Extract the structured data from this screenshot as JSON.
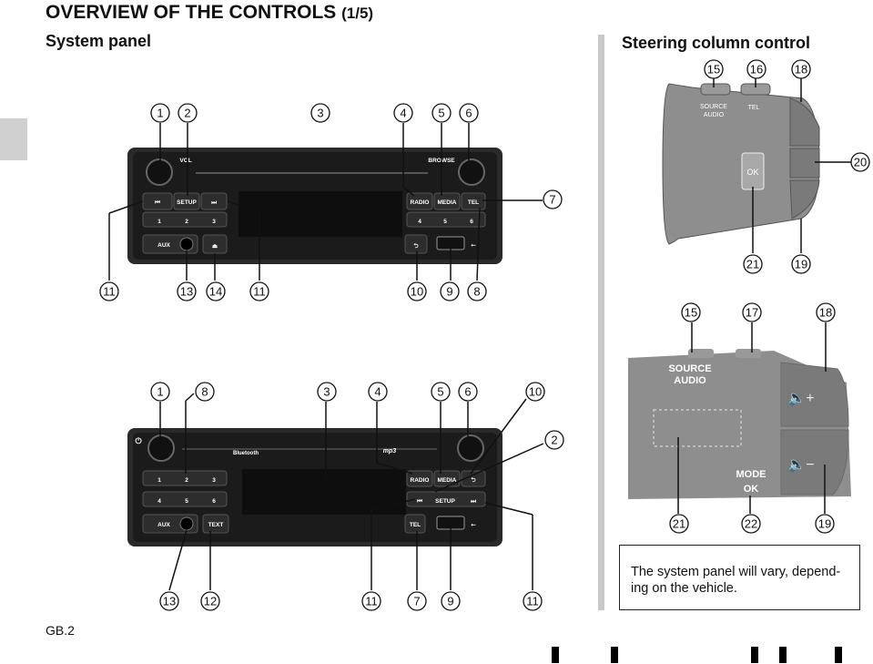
{
  "title": "OVERVIEW OF THE CONTROLS",
  "title_page": "(1/5)",
  "section_left": "System panel",
  "section_right": "Steering column control",
  "footer": "GB.2",
  "note": "The system panel will vary, depend-ing on the vehicle.",
  "radio1": {
    "buttons": {
      "vol": "VOL",
      "browse": "BROWSE",
      "prev": "⏮",
      "setup": "SETUP",
      "next": "⏭",
      "radio": "RADIO",
      "media": "MEDIA",
      "tel": "TEL",
      "p1": "1",
      "p2": "2",
      "p3": "3",
      "p4": "4",
      "p5": "5",
      "p6": "6",
      "aux": "AUX",
      "eject": "⏏",
      "back": "⮌",
      "usb": "⭠"
    },
    "callouts": {
      "c1": "1",
      "c2": "2",
      "c3": "3",
      "c4": "4",
      "c5": "5",
      "c6": "6",
      "c7": "7",
      "c8": "8",
      "c9": "9",
      "c10": "10",
      "c11a": "11",
      "c11b": "11",
      "c13": "13",
      "c14": "14"
    }
  },
  "radio2": {
    "buttons": {
      "power": "⏻",
      "bluetooth": "Bluetooth",
      "mp3": "mp3",
      "p1": "1",
      "p2": "2",
      "p3": "3",
      "p4": "4",
      "p5": "5",
      "p6": "6",
      "radio": "RADIO",
      "media": "MEDIA",
      "back": "⮌",
      "prev": "⏮",
      "setup": "SETUP",
      "next": "⏭",
      "aux": "AUX",
      "text": "TEXT",
      "tel": "TEL"
    },
    "callouts": {
      "c1": "1",
      "c8": "8",
      "c3": "3",
      "c4": "4",
      "c5": "5",
      "c6": "6",
      "c10": "10",
      "c2": "2",
      "c13": "13",
      "c12": "12",
      "c11a": "11",
      "c7": "7",
      "c9": "9",
      "c11b": "11"
    }
  },
  "steer1": {
    "source": "SOURCE AUDIO",
    "source_l1": "SOURCE",
    "source_l2": "AUDIO",
    "tel": "TEL",
    "ok": "OK",
    "callouts": {
      "c15": "15",
      "c16": "16",
      "c18": "18",
      "c20": "20",
      "c21": "21",
      "c19": "19"
    }
  },
  "steer2": {
    "source_l1": "SOURCE",
    "source_l2": "AUDIO",
    "mode": "MODE",
    "ok": "OK",
    "callouts": {
      "c15": "15",
      "c17": "17",
      "c18": "18",
      "c21": "21",
      "c22": "22",
      "c19": "19"
    }
  },
  "colors": {
    "panel": "#1f1f1f",
    "steer_grey": "#8a8a8a",
    "divider": "#c8c8c8"
  }
}
